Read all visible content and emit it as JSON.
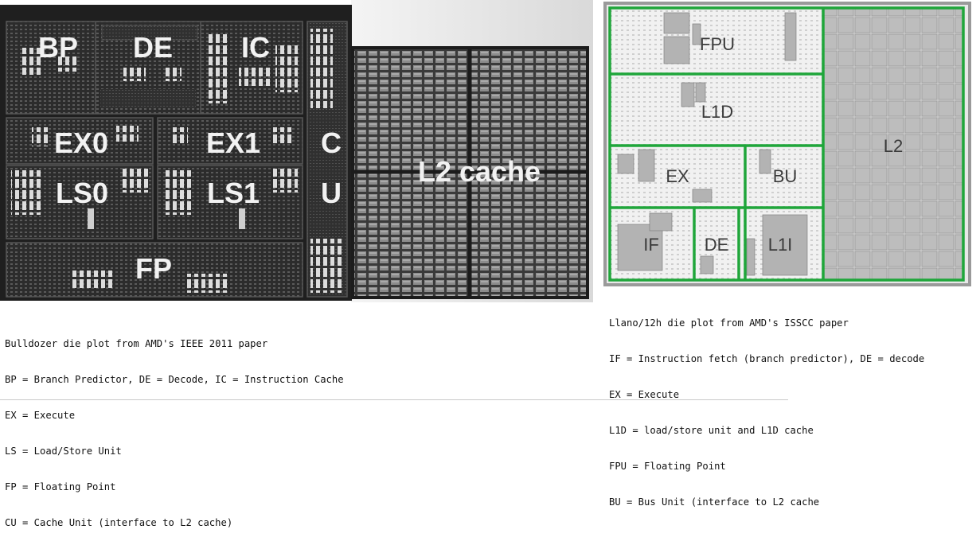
{
  "left_diagram": {
    "blocks": {
      "bp": "BP",
      "de": "DE",
      "ic": "IC",
      "ex0": "EX0",
      "ex1": "EX1",
      "ls0": "LS0",
      "ls1": "LS1",
      "fp": "FP",
      "cu_top": "C",
      "cu_bottom": "U",
      "l2": "L2 cache"
    },
    "caption": [
      "Bulldozer die plot from AMD's IEEE 2011 paper",
      "BP = Branch Predictor, DE = Decode, IC = Instruction Cache",
      "EX = Execute",
      "LS = Load/Store Unit",
      "FP = Floating Point",
      "CU = Cache Unit (interface to L2 cache)"
    ]
  },
  "right_diagram": {
    "blocks": {
      "fpu": "FPU",
      "l1d": "L1D",
      "ex": "EX",
      "bu": "BU",
      "if": "IF",
      "de": "DE",
      "l1i": "L1I",
      "l2": "L2"
    },
    "caption": [
      "Llano/12h die plot from AMD's ISSCC paper",
      "IF = Instruction fetch (branch predictor), DE = decode",
      "EX = Execute",
      "L1D = load/store unit and L1D cache",
      "FPU = Floating Point",
      "BU = Bus Unit (interface to L2 cache"
    ]
  },
  "colors": {
    "left_die_background": "#2a2a2a",
    "left_label": "#f2f2f2",
    "right_outline": "#1fa63a",
    "right_label": "#3a3a3a"
  }
}
